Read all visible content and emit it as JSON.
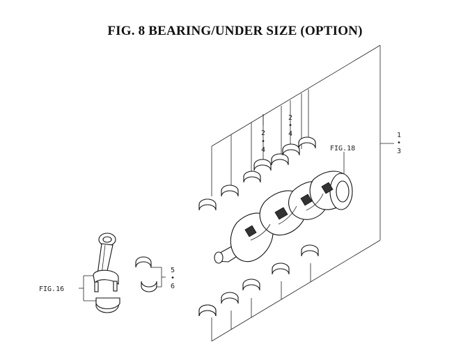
{
  "diagram": {
    "title": "FIG.  8  BEARING/UNDER SIZE (OPTION)",
    "callouts": {
      "main_bearing": {
        "from": "1",
        "sep": "•",
        "to": "3"
      },
      "upper_left": {
        "from": "2",
        "sep": "•",
        "to": "4"
      },
      "upper_right": {
        "from": "2",
        "sep": "•",
        "to": "4"
      },
      "conrod_bearing": {
        "from": "5",
        "sep": "•",
        "to": "6"
      }
    },
    "references": {
      "crankshaft": "FIG.18",
      "connecting_rod": "FIG.16"
    },
    "colors": {
      "line": "#222222",
      "background": "#ffffff"
    }
  }
}
